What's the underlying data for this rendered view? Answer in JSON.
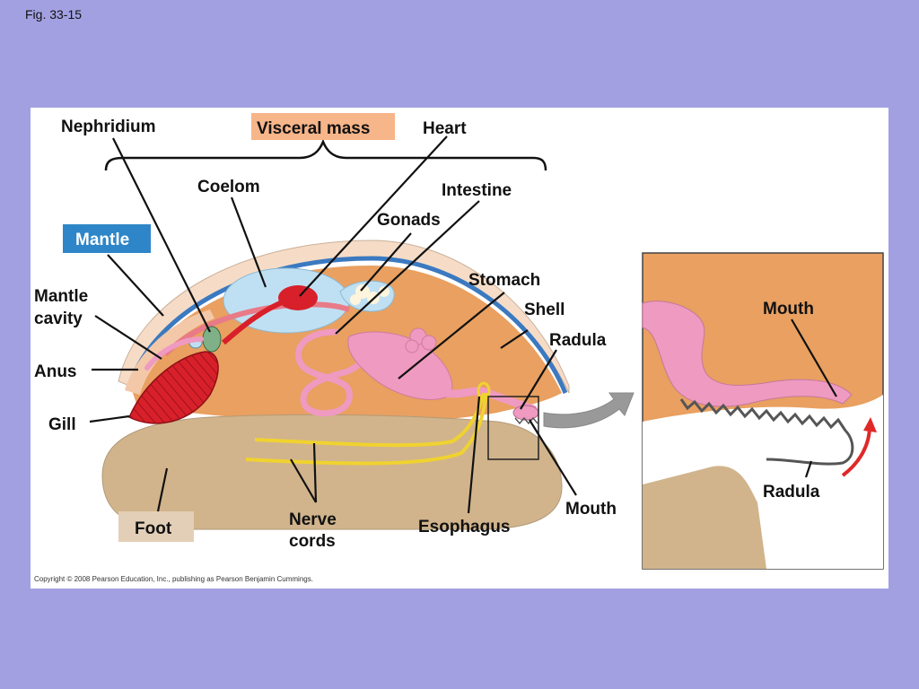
{
  "figure_label": "Fig. 33-15",
  "copyright": "Copyright © 2008 Pearson Education, Inc., publishing as Pearson Benjamin Cummings.",
  "labels": {
    "nephridium": "Nephridium",
    "visceral_mass": "Visceral mass",
    "heart": "Heart",
    "coelom": "Coelom",
    "intestine": "Intestine",
    "gonads": "Gonads",
    "mantle": "Mantle",
    "stomach": "Stomach",
    "mantle_cavity_line1": "Mantle",
    "mantle_cavity_line2": "cavity",
    "shell": "Shell",
    "radula": "Radula",
    "anus": "Anus",
    "gill": "Gill",
    "foot": "Foot",
    "nerve_cords_line1": "Nerve",
    "nerve_cords_line2": "cords",
    "esophagus": "Esophagus",
    "mouth": "Mouth",
    "inset_mouth": "Mouth",
    "inset_radula": "Radula"
  },
  "colors": {
    "background": "#a3a0e2",
    "visceral_mass_box": "#f7b58a",
    "mantle_box": "#2e86c8",
    "foot_box": "#e3cfb7",
    "shell": "#f6dcc6",
    "mantle_line": "#3b79c0",
    "body": "#e9a060",
    "foot": "#d1b48c",
    "gill": "#d8202a",
    "heart": "#d8202a",
    "gut": "#ef9ac0",
    "coelom": "#bfe0f2",
    "nerve": "#f0d230"
  }
}
